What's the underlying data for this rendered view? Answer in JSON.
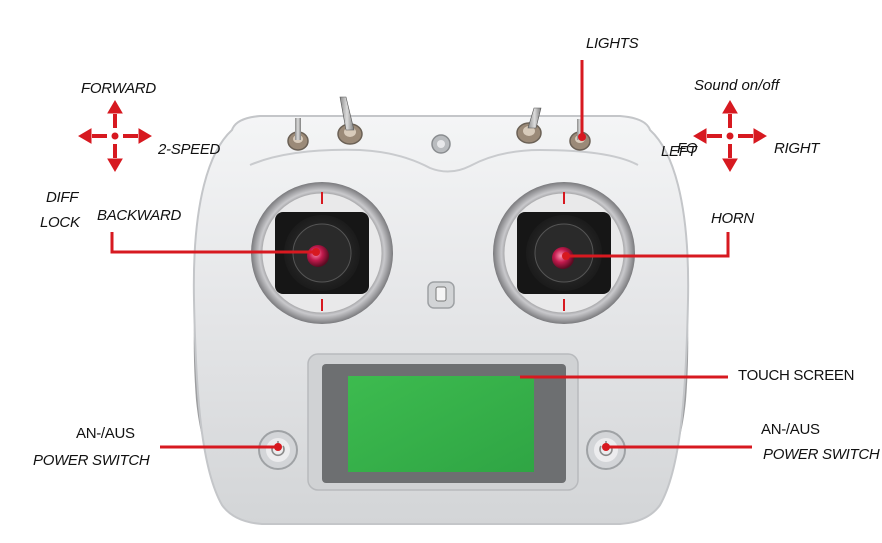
{
  "labels": {
    "lights": "LIGHTS",
    "forward": "FORWARD",
    "sound": "Sound on/off",
    "two_speed": "2-SPEED",
    "left": "LEFT",
    "left_overlap": "FO",
    "right": "RIGHT",
    "diff": "DIFF",
    "lock": "LOCK",
    "backward": "BACKWARD",
    "horn": "HORN",
    "touch_screen": "TOUCH SCREEN",
    "power_left_top": "AN-/AUS",
    "power_left_bottom": "POWER SWITCH",
    "power_right_top": "AN-/AUS",
    "power_right_bottom": "POWER SWITCH"
  },
  "colors": {
    "annotation": "#d71920",
    "body": "#e6e7e9",
    "side_grip": "#9a9b9d",
    "screen": "#38b24a",
    "screen_frame": "#6f7173"
  }
}
